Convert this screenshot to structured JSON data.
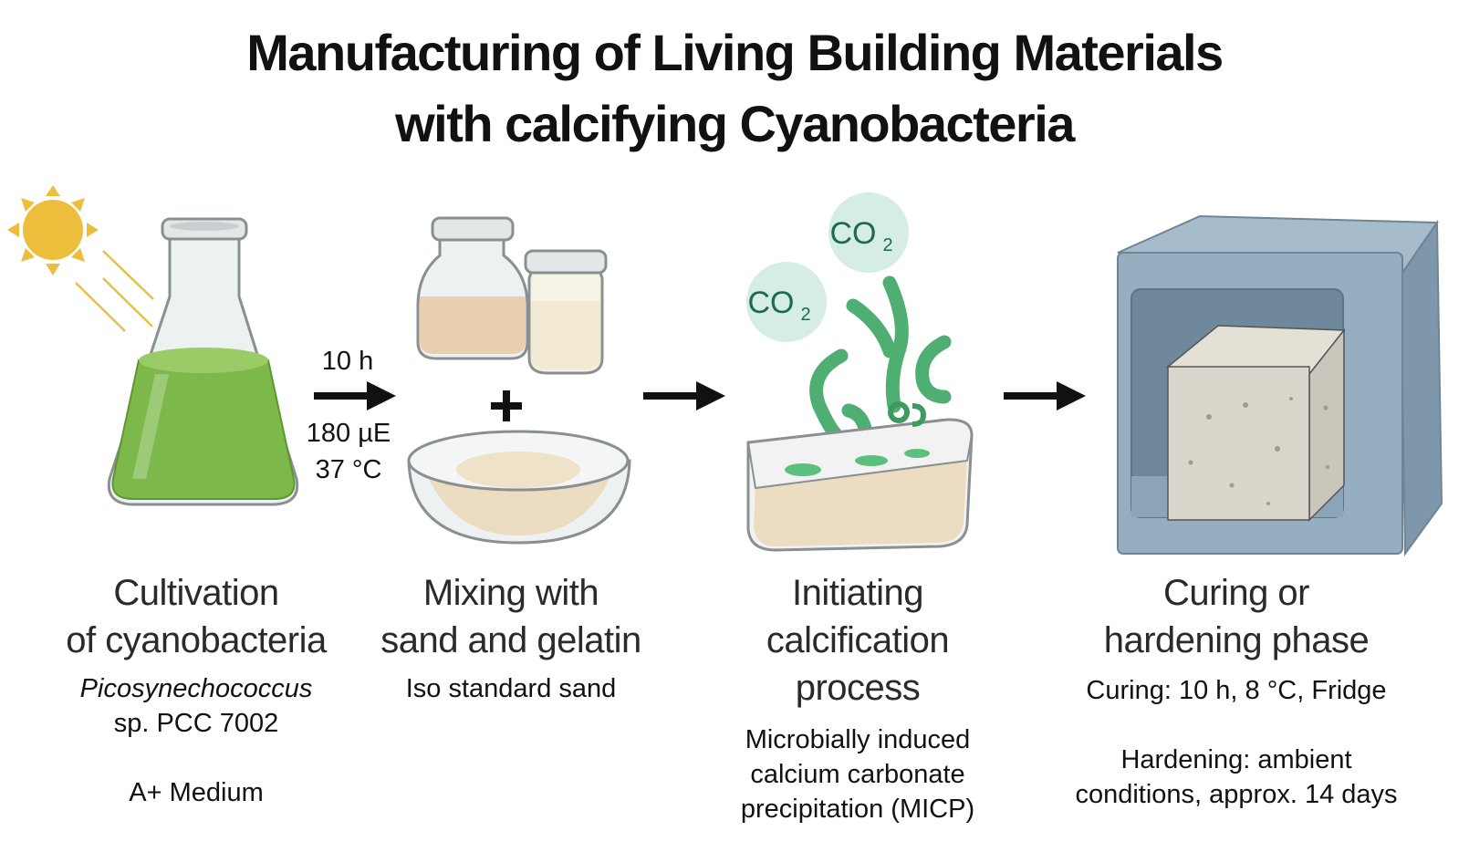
{
  "title": {
    "line1": "Manufacturing of Living Building Materials",
    "line2": "with calcifying Cyanobacteria"
  },
  "transition_1": {
    "above": "10 h",
    "below_1": "180 µE",
    "below_2": "37 °C"
  },
  "co2_labels": [
    "CO",
    "2"
  ],
  "stages": [
    {
      "title_1": "Cultivation",
      "title_2": "of cyanobacteria",
      "desc_italic": "Picosynechococcus",
      "desc_1": "sp. PCC 7002",
      "desc_2": "A+ Medium",
      "icon": "erlenmeyer-flask-with-sun"
    },
    {
      "title_1": "Mixing with",
      "title_2": "sand and gelatin",
      "desc_1": "Iso standard sand",
      "icon": "jars-plus-bowl"
    },
    {
      "title_1": "Initiating",
      "title_2": "calcification",
      "title_3": "process",
      "desc_1": "Microbially induced",
      "desc_2": "calcium carbonate",
      "desc_3": "precipitation (MICP)",
      "icon": "tray-with-cyanobacteria-and-co2"
    },
    {
      "title_1": "Curing or",
      "title_2": "hardening phase",
      "desc_1": "Curing: 10 h, 8 °C, Fridge",
      "desc_2": "Hardening: ambient",
      "desc_3": "conditions, approx. 14 days",
      "icon": "concrete-cube-in-chamber"
    }
  ],
  "colors": {
    "sun": "#EDBE3C",
    "culture_green": "#7DB84A",
    "cyanobacteria": "#4FAE72",
    "co2_bubble": "#D6EDE6",
    "co2_text": "#1E6B4C",
    "chamber": "#8FA8BC",
    "concrete": "#D9D6CC",
    "sand": "#EBDCC2"
  }
}
